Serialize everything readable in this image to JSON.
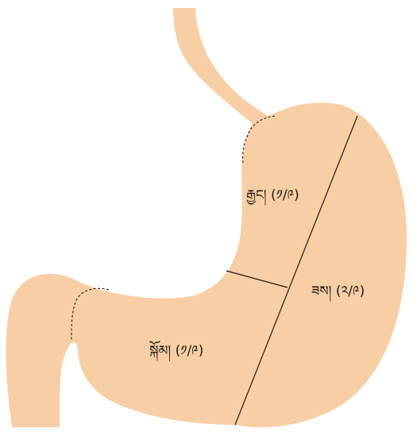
{
  "diagram": {
    "regions": [
      {
        "id": "upper",
        "label": "རྒྱང། (༡/༩)"
      },
      {
        "id": "middle",
        "label": "ཟས། (༢/༩)"
      },
      {
        "id": "lower",
        "label": "སྐོམ། (༡/༩)"
      }
    ],
    "colors": {
      "organ_fill": "#f8cfa4",
      "line": "#1a1a1a",
      "background": "#ffffff"
    }
  }
}
